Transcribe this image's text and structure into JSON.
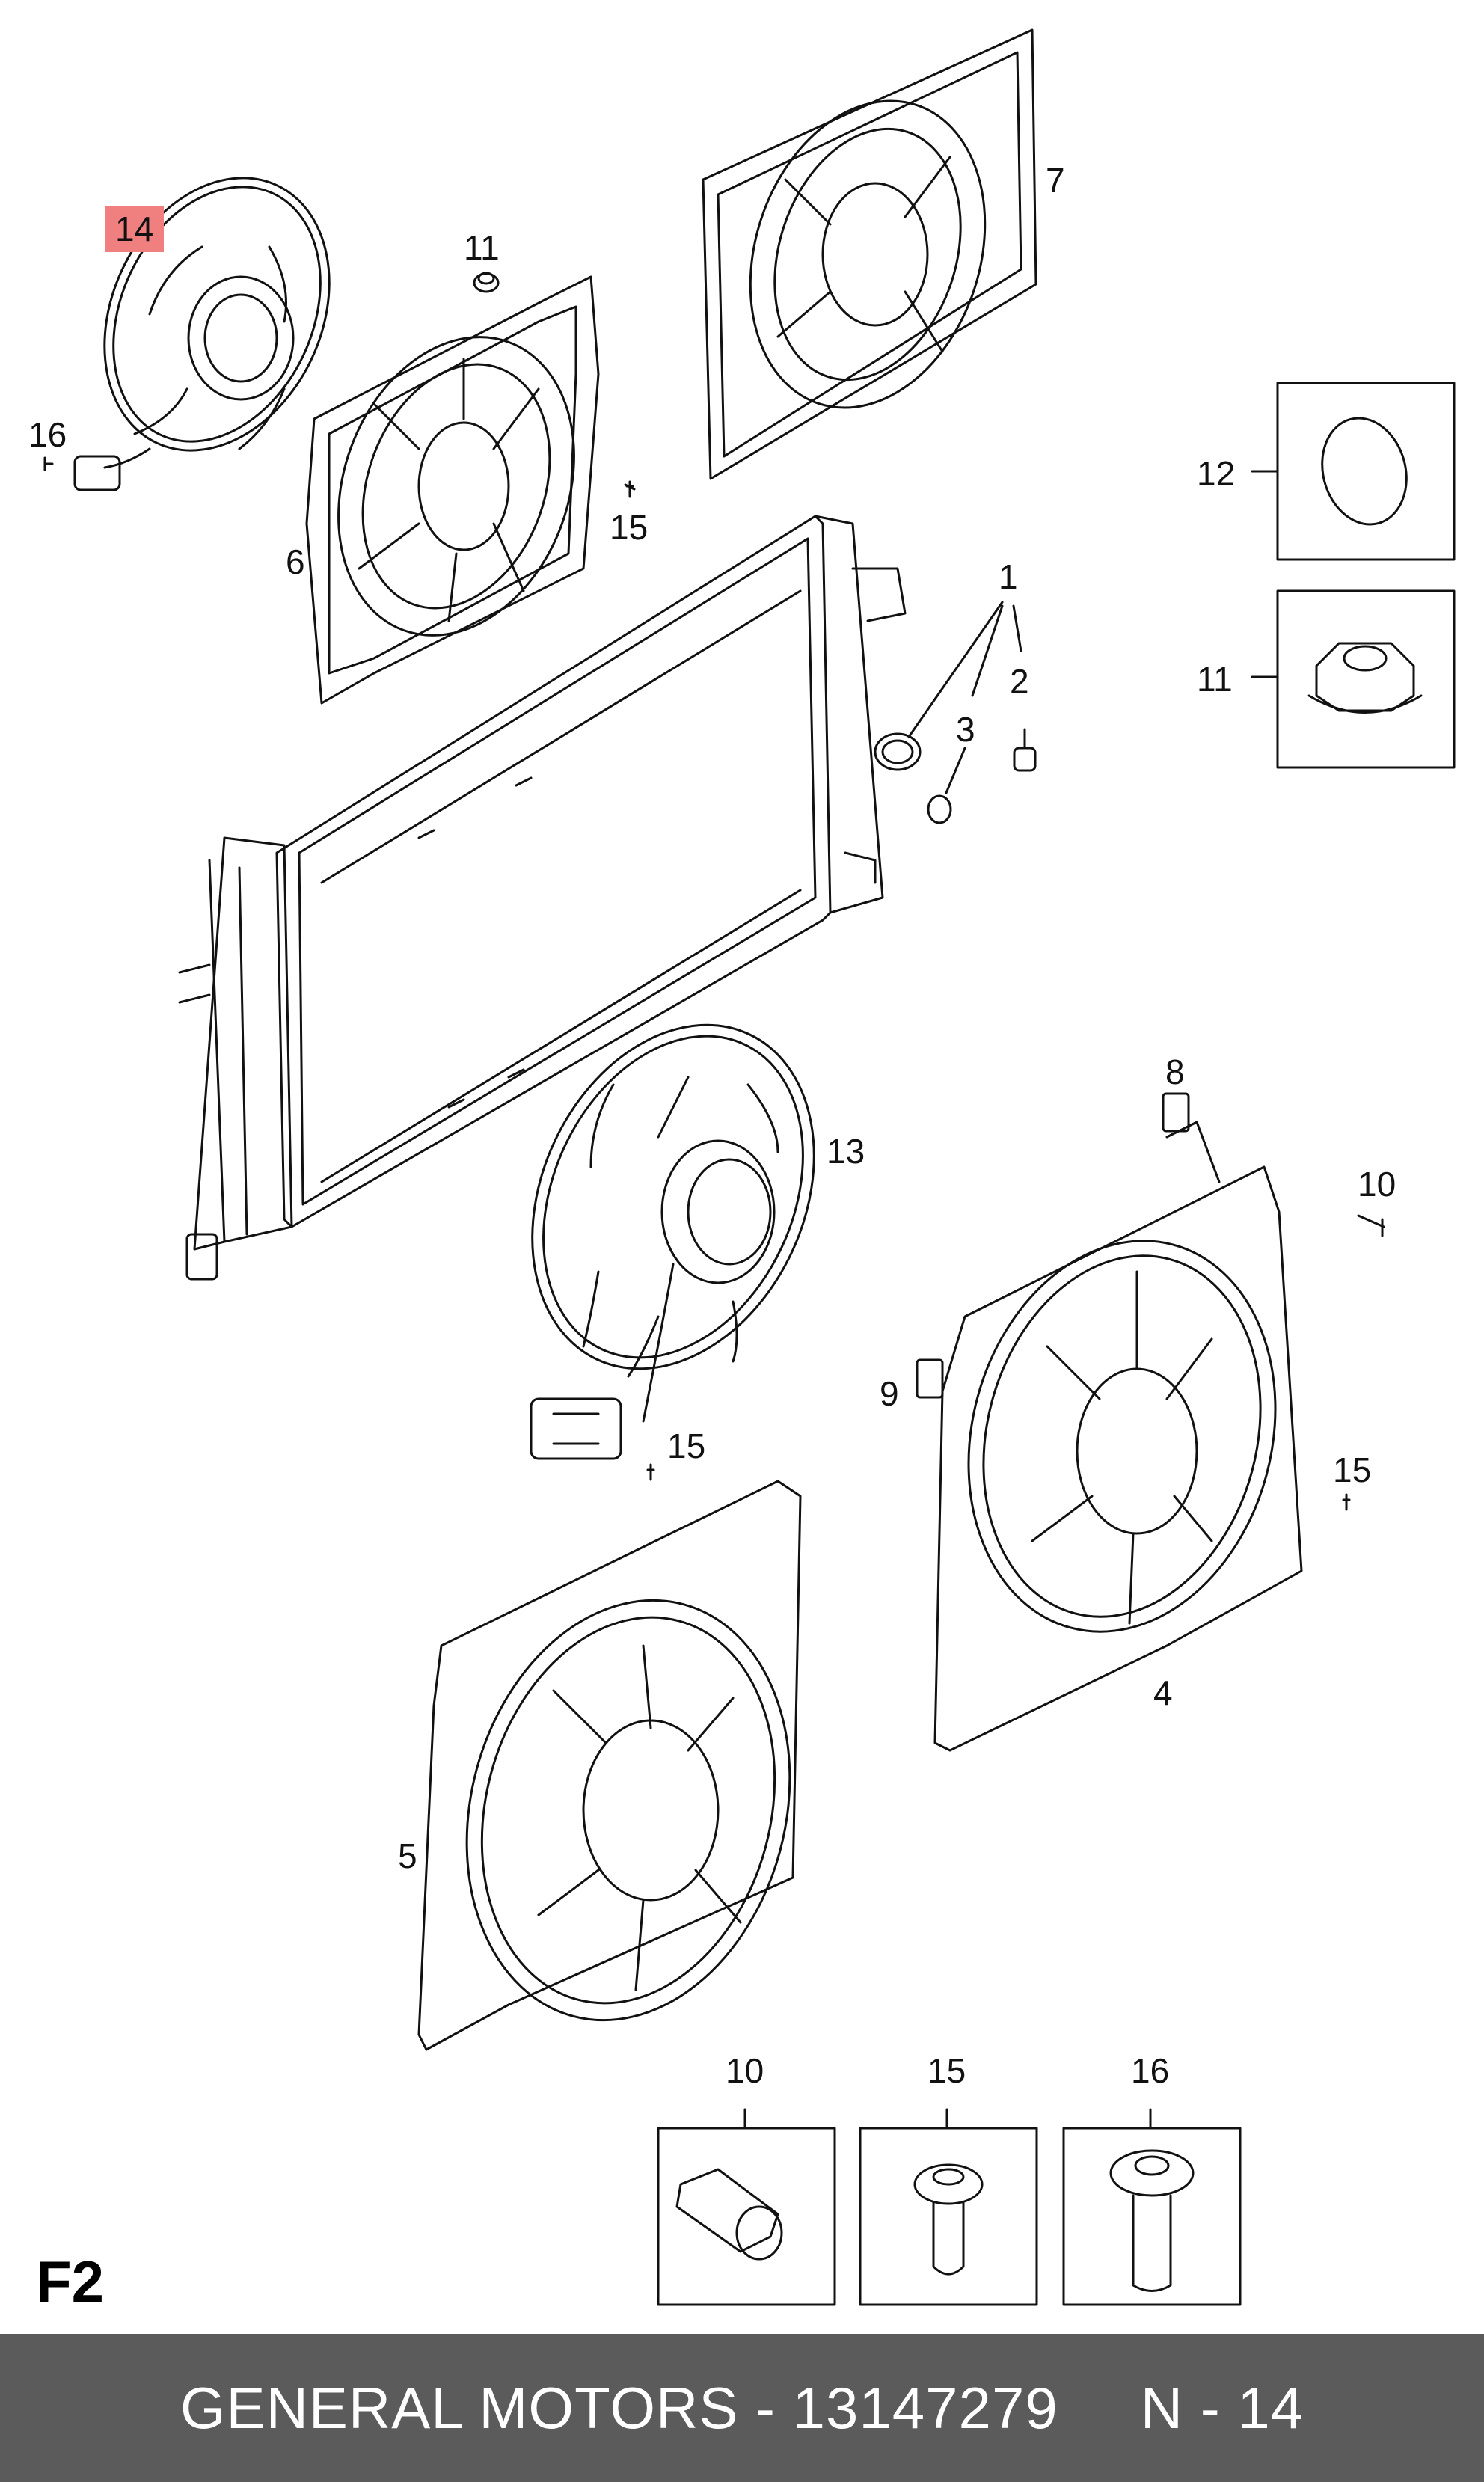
{
  "callouts": {
    "c14": "14",
    "c16a": "16",
    "c11a": "11",
    "c15a": "15",
    "c6": "6",
    "c7": "7",
    "c12": "12",
    "c11b": "11",
    "c1": "1",
    "c2": "2",
    "c3": "3",
    "c8": "8",
    "c10a": "10",
    "c13": "13",
    "c9": "9",
    "c15b": "15",
    "c15c": "15",
    "c4": "4",
    "c5": "5",
    "c10b": "10",
    "c15d": "15",
    "c16b": "16"
  },
  "section_label": "F2",
  "footer": {
    "part": "GENERAL MOTORS - 13147279",
    "position": "N - 14"
  },
  "colors": {
    "highlight": "#f08080",
    "footer_bg": "#5b5b5b",
    "line": "#111111"
  }
}
